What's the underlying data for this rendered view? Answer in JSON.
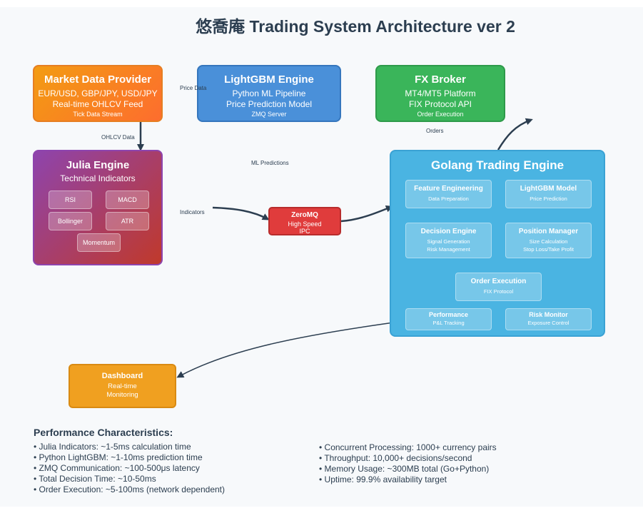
{
  "title": "悠喬庵 Trading System Architecture ver 2",
  "market_data": {
    "title": "Market Data Provider",
    "line1": "EUR/USD, GBP/JPY, USD/JPY",
    "line2": "Real-time OHLCV Feed",
    "line3": "Tick Data Stream"
  },
  "lightgbm": {
    "title": "LightGBM Engine",
    "line1": "Python ML Pipeline",
    "line2": "Price Prediction Model",
    "line3": "ZMQ Server"
  },
  "fx_broker": {
    "title": "FX Broker",
    "line1": "MT4/MT5 Platform",
    "line2": "FIX Protocol API",
    "line3": "Order Execution"
  },
  "julia": {
    "title": "Julia Engine",
    "subtitle": "Technical Indicators",
    "indicators": [
      "RSI",
      "MACD",
      "Bollinger",
      "ATR",
      "Momentum"
    ]
  },
  "zeromq": {
    "title": "ZeroMQ",
    "line1": "High Speed",
    "line2": "IPC"
  },
  "golang": {
    "title": "Golang Trading Engine",
    "modules": [
      {
        "title": "Feature Engineering",
        "line1": "Data Preparation",
        "line2": ""
      },
      {
        "title": "LightGBM Model",
        "line1": "Price Prediction",
        "line2": ""
      },
      {
        "title": "Decision Engine",
        "line1": "Signal Generation",
        "line2": "Risk Management"
      },
      {
        "title": "Position Manager",
        "line1": "Size Calculation",
        "line2": "Stop Loss/Take Profit"
      },
      {
        "title": "Order Execution",
        "line1": "FIX Protocol",
        "line2": ""
      },
      {
        "title": "Performance",
        "line1": "P&L Tracking",
        "line2": ""
      },
      {
        "title": "Risk Monitor",
        "line1": "Exposure Control",
        "line2": ""
      }
    ]
  },
  "dashboard": {
    "title": "Dashboard",
    "line1": "Real-time",
    "line2": "Monitoring"
  },
  "edge_labels": {
    "price_data": "Price Data",
    "ohlcv_data": "OHLCV Data",
    "ml_predictions": "ML Predictions",
    "indicators": "Indicators",
    "orders": "Orders"
  },
  "performance": {
    "heading": "Performance Characteristics:",
    "left": [
      "• Julia Indicators: ~1-5ms calculation time",
      "• Python LightGBM: ~1-10ms prediction time",
      "• ZMQ Communication: ~100-500μs latency",
      "• Total Decision Time: ~10-50ms",
      "• Order Execution: ~5-100ms (network dependent)"
    ],
    "right": [
      "• Concurrent Processing: 1000+ currency pairs",
      "• Throughput: 10,000+ decisions/second",
      "• Memory Usage: ~300MB total (Go+Python)",
      "• Uptime: 99.9% availability target"
    ]
  },
  "colors": {
    "market_data": "#f5781f",
    "lightgbm": "#4a90d9",
    "fx_broker": "#3ab55a",
    "julia": "#a63f8e",
    "zeromq": "#e03c3c",
    "golang": "#4ab4e2",
    "dashboard": "#f0a020",
    "arrow": "#2c3e50"
  }
}
